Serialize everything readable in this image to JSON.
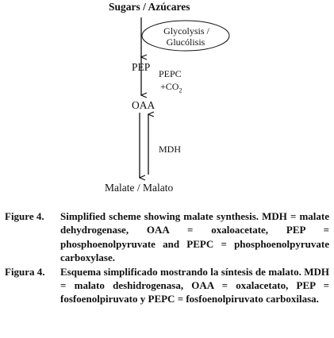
{
  "diagram": {
    "sugars": "Sugars / Azúcares",
    "glycolysis": "Glycolysis /",
    "glucolisis": "Glucólisis",
    "pep": "PEP",
    "pepc": "PEPC",
    "co2": "+CO",
    "co2_sub": "2",
    "oaa": "OAA",
    "mdh": "MDH",
    "malate": "Malate / Malato"
  },
  "caption_en": {
    "head": "Figure 4.",
    "body": "Simplified scheme showing malate synthesis. MDH = malate dehydrogenase, OAA = oxaloacetate, PEP = phosphoenolpyruvate and PEPC = phosphoenolpyruvate carboxylase."
  },
  "caption_es": {
    "head": "Figura 4.",
    "body": "Esquema simplificado mostrando la síntesis de malato. MDH = malato deshidrogenasa, OAA = oxalacetato, PEP = fosfoenolpiruvato y PEPC = fosfoenolpiruvato carboxilasa."
  }
}
